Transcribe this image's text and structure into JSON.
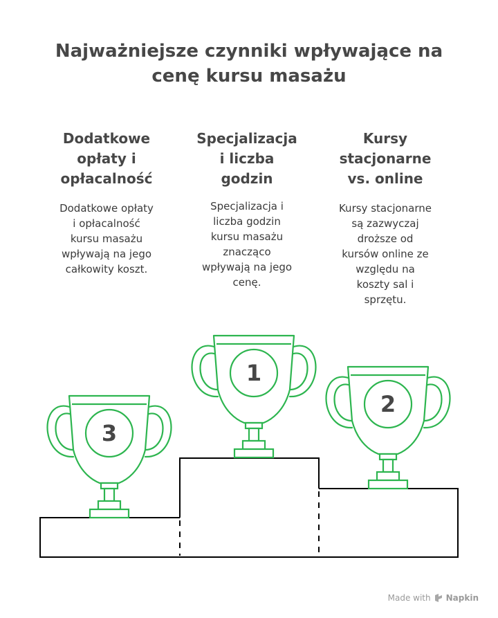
{
  "title": {
    "line1": "Najważniejsze czynniki wpływające na",
    "line2": "cenę kursu masażu"
  },
  "columns": [
    {
      "heading": [
        "Dodatkowe",
        "opłaty i",
        "opłacalność"
      ],
      "description": [
        "Dodatkowe opłaty",
        "i opłacalność",
        "kursu masażu",
        "wpływają na jego",
        "całkowity koszt."
      ],
      "rank": "3"
    },
    {
      "heading": [
        "Specjalizacja",
        "i liczba",
        "godzin"
      ],
      "description": [
        "Specjalizacja i",
        "liczba godzin",
        "kursu masażu",
        "znacząco",
        "wpływają na jego",
        "cenę."
      ],
      "rank": "1"
    },
    {
      "heading": [
        "Kursy",
        "stacjonarne",
        "vs. online"
      ],
      "description": [
        "Kursy stacjonarne",
        "są zazwyczaj",
        "droższe od",
        "kursów online ze",
        "względu na",
        "koszty sal i",
        "sprzętu."
      ],
      "rank": "2"
    }
  ],
  "colors": {
    "trophy": "#2db54f",
    "podium": "#000000",
    "text": "#474747"
  },
  "icons": [
    "trophy-icon",
    "napkin-logo-icon"
  ],
  "footer": {
    "prefix": "Made with",
    "brand": "Napkin"
  }
}
